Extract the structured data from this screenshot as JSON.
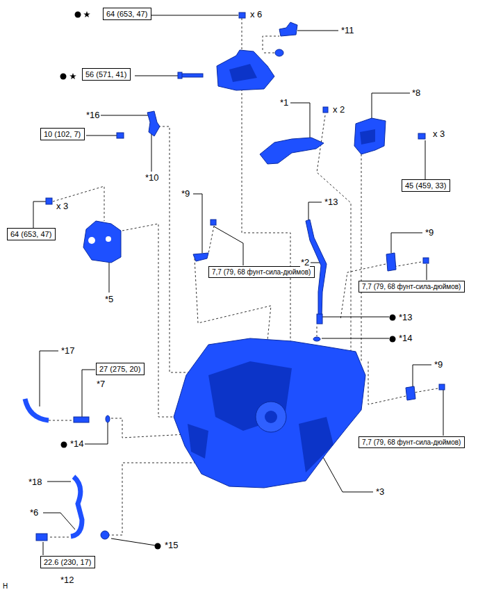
{
  "diagram": {
    "nodes": [
      {
        "text": [
          "64 (653, 47)"
        ]
      },
      {
        "text": [
          "56 (571, 41)"
        ]
      },
      {
        "text": [
          "10 (102, 7)"
        ]
      },
      {
        "text": [
          "45 (459, 33)"
        ]
      },
      {
        "text": [
          "64 (653, 47)"
        ]
      },
      {
        "text": [
          "7,7 (79, 68 фунт-сила-дюймов)"
        ]
      },
      {
        "text": [
          "7,7 (79, 68 фунт-сила-дюймов)"
        ]
      },
      {
        "text": [
          "27 (275, 20)"
        ]
      },
      {
        "text": [
          "7,7 (79, 68 фунт-сила-дюймов)"
        ]
      },
      {
        "text": [
          "22.6 (230, 17)"
        ]
      }
    ],
    "labels": [
      "x 6",
      "*11",
      "*8",
      "*1",
      "x 2",
      "*16",
      "x 3",
      "*10",
      "*9",
      "*13",
      "x 3",
      "*9",
      "*2",
      "*5",
      "*13",
      "*14",
      "*17",
      "*9",
      "*7",
      "*14",
      "*18",
      "*3",
      "*6",
      "*15",
      "*12",
      "H"
    ]
  }
}
